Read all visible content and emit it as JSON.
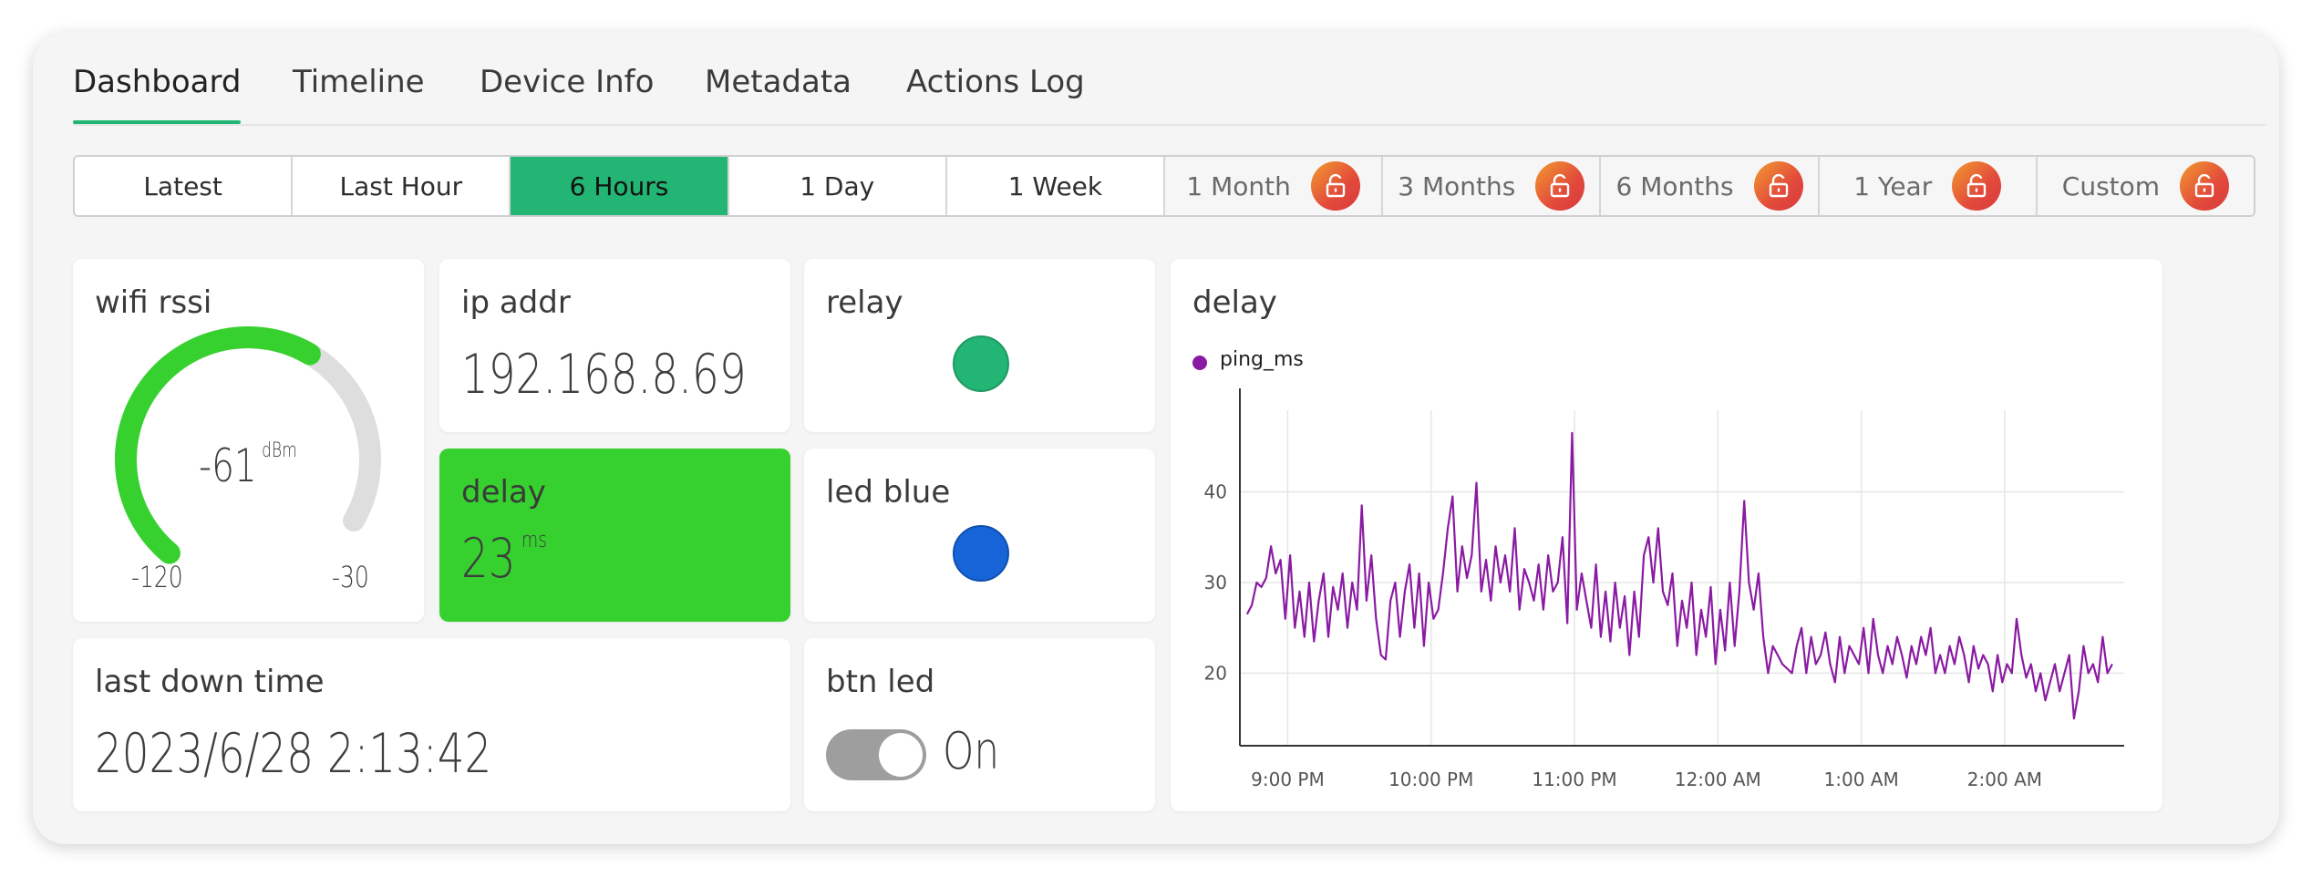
{
  "tabs": [
    {
      "label": "Dashboard",
      "active": true
    },
    {
      "label": "Timeline",
      "active": false
    },
    {
      "label": "Device Info",
      "active": false
    },
    {
      "label": "Metadata",
      "active": false
    },
    {
      "label": "Actions Log",
      "active": false
    }
  ],
  "ranges": [
    {
      "label": "Latest",
      "state": "normal"
    },
    {
      "label": "Last Hour",
      "state": "normal"
    },
    {
      "label": "6 Hours",
      "state": "active"
    },
    {
      "label": "1 Day",
      "state": "normal"
    },
    {
      "label": "1 Week",
      "state": "normal"
    },
    {
      "label": "1 Month",
      "state": "locked"
    },
    {
      "label": "3 Months",
      "state": "locked"
    },
    {
      "label": "6 Months",
      "state": "locked"
    },
    {
      "label": "1 Year",
      "state": "locked"
    },
    {
      "label": "Custom",
      "state": "locked"
    }
  ],
  "widgets": {
    "wifi": {
      "title": "wifi rssi",
      "value": "-61",
      "unit": "dBm",
      "min": "-120",
      "max": "-30",
      "min_num": -120,
      "max_num": -30,
      "val_num": -61,
      "color": "#37d12f"
    },
    "ip": {
      "title": "ip addr",
      "value": "192.168.8.69"
    },
    "relay": {
      "title": "relay",
      "color": "#23b574"
    },
    "delay_val": {
      "title": "delay",
      "value": "23",
      "unit": "ms",
      "bg": "#36d12e"
    },
    "led_blue": {
      "title": "led blue",
      "color": "#1764d8"
    },
    "last_down": {
      "title": "last down time",
      "value": "2023/6/28 2:13:42"
    },
    "btn_led": {
      "title": "btn led",
      "state": "On"
    }
  },
  "chart_data": {
    "type": "line",
    "title": "delay",
    "series": [
      {
        "name": "ping_ms",
        "color": "#8a1aa3"
      }
    ],
    "x_ticks": [
      "9:00 PM",
      "10:00 PM",
      "11:00 PM",
      "12:00 AM",
      "1:00 AM",
      "2:00 AM"
    ],
    "y_ticks": [
      20,
      30,
      40
    ],
    "ylim": [
      12,
      49
    ],
    "xlim_minutes": [
      -20,
      350
    ],
    "x_minutes": [
      -17,
      -15,
      -13,
      -11,
      -9,
      -7,
      -5,
      -3,
      -1,
      1,
      3,
      5,
      7,
      9,
      11,
      13,
      15,
      17,
      19,
      21,
      23,
      25,
      27,
      29,
      31,
      33,
      35,
      37,
      39,
      41,
      43,
      45,
      47,
      49,
      51,
      53,
      55,
      57,
      59,
      61,
      63,
      65,
      67,
      69,
      71,
      73,
      75,
      77,
      79,
      81,
      83,
      85,
      87,
      89,
      91,
      93,
      95,
      97,
      99,
      101,
      103,
      105,
      107,
      109,
      111,
      113,
      115,
      117,
      119,
      121,
      123,
      125,
      127,
      129,
      131,
      133,
      135,
      137,
      139,
      141,
      143,
      145,
      147,
      149,
      151,
      153,
      155,
      157,
      159,
      161,
      163,
      165,
      167,
      169,
      171,
      173,
      175,
      177,
      179,
      181,
      183,
      185,
      187,
      189,
      191,
      193,
      195,
      197,
      199,
      201,
      203,
      205,
      207,
      209,
      211,
      213,
      215,
      217,
      219,
      221,
      223,
      225,
      227,
      229,
      231,
      233,
      235,
      237,
      239,
      241,
      243,
      245,
      247,
      249,
      251,
      253,
      255,
      257,
      259,
      261,
      263,
      265,
      267,
      269,
      271,
      273,
      275,
      277,
      279,
      281,
      283,
      285,
      287,
      289,
      291,
      293,
      295,
      297,
      299,
      301,
      303,
      305,
      307,
      309,
      311,
      313,
      315,
      317,
      319,
      321,
      323,
      325,
      327,
      329,
      331,
      333,
      335,
      337,
      339,
      341,
      343,
      345
    ],
    "values": [
      26.5,
      27.5,
      30,
      29.5,
      30.5,
      34,
      31,
      32.5,
      26,
      33,
      25,
      29,
      24,
      30,
      23.5,
      28,
      31,
      24,
      29.5,
      27,
      31,
      25,
      30,
      27,
      38.5,
      28,
      33,
      26,
      22,
      21.5,
      28,
      30,
      24,
      29,
      32,
      25,
      31,
      23,
      30,
      26,
      27,
      31,
      36,
      39.5,
      29,
      34,
      30.5,
      33,
      41,
      29,
      32.5,
      28,
      34,
      30,
      33,
      29,
      36,
      27,
      31.5,
      30,
      28,
      32,
      27,
      33,
      29,
      30,
      35,
      25.5,
      46.5,
      27,
      31,
      28,
      25,
      32,
      24,
      29,
      23.5,
      30,
      25,
      28.5,
      22,
      29,
      24,
      33,
      35,
      30,
      36,
      29,
      27.5,
      31,
      23,
      28,
      25,
      30,
      22,
      27,
      24,
      29.5,
      21,
      27,
      22.5,
      30,
      23,
      29,
      39,
      30,
      27,
      31,
      24,
      20,
      23,
      22,
      21,
      20.5,
      20,
      23,
      25,
      20,
      24,
      21,
      22,
      24.5,
      21,
      19,
      24,
      20,
      23,
      22,
      21,
      25,
      20,
      26,
      22,
      20,
      23,
      21,
      24,
      22,
      19.5,
      23,
      21,
      24,
      22,
      25,
      20,
      22,
      20,
      23,
      21,
      24,
      22,
      19,
      23,
      20.5,
      22,
      21,
      18,
      22,
      19,
      21,
      20,
      26,
      22,
      19.5,
      21,
      18,
      20,
      17,
      19,
      21,
      18,
      20,
      22,
      15,
      18,
      23,
      20,
      21,
      19,
      24,
      20,
      21,
      19.5
    ]
  }
}
